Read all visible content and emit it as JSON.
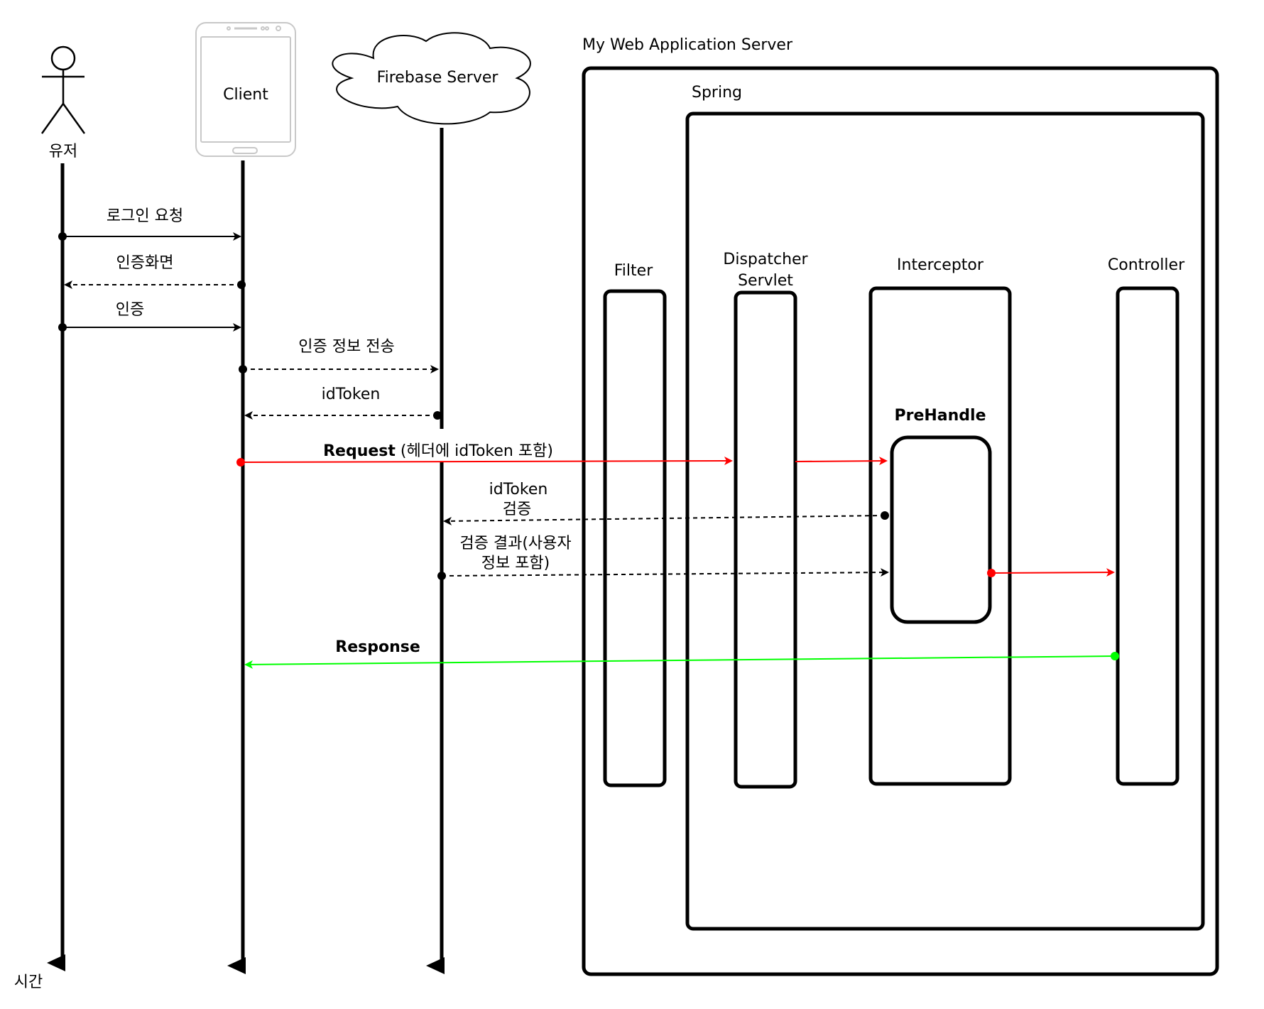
{
  "actors": {
    "user": {
      "label": "유저"
    },
    "client": {
      "label": "Client"
    },
    "firebase": {
      "label": "Firebase Server"
    },
    "time": {
      "label": "시간"
    }
  },
  "server": {
    "title": "My Web Application Server",
    "spring": "Spring",
    "components": {
      "filter": "Filter",
      "dispatcher_line1": "Dispatcher",
      "dispatcher_line2": "Servlet",
      "interceptor": "Interceptor",
      "prehandle": "PreHandle",
      "controller": "Controller"
    }
  },
  "messages": {
    "login_request": "로그인 요청",
    "auth_screen": "인증화면",
    "auth": "인증",
    "send_auth_info": "인증 정보 전송",
    "id_token": "idToken",
    "request_bold": "Request",
    "request_rest": " (헤더에 idToken 포함)",
    "verify_line1": "idToken",
    "verify_line2": "검증",
    "result_line1": "검증 결과(사용자",
    "result_line2": "정보 포함)",
    "response": "Response"
  },
  "colors": {
    "line": "#000000",
    "request": "#ff0000",
    "response": "#00ff00",
    "device_outline": "#c8c8c8"
  }
}
